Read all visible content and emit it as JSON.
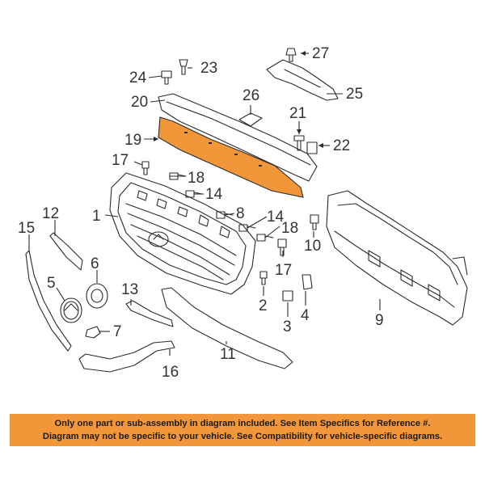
{
  "colors": {
    "highlight": "#f2963a",
    "ink": "#2b2b2b",
    "banner": "#f2963a"
  },
  "callouts": {
    "c1": "1",
    "c2": "2",
    "c3": "3",
    "c4": "4",
    "c5": "5",
    "c6": "6",
    "c7": "7",
    "c8": "8",
    "c9": "9",
    "c10": "10",
    "c11": "11",
    "c12": "12",
    "c13": "13",
    "c14a": "14",
    "c14b": "14",
    "c15": "15",
    "c16": "16",
    "c17a": "17",
    "c17b": "17",
    "c18a": "18",
    "c18b": "18",
    "c19": "19",
    "c20": "20",
    "c21": "21",
    "c22": "22",
    "c23": "23",
    "c24": "24",
    "c25": "25",
    "c26": "26",
    "c27": "27"
  },
  "disclaimer": {
    "line1": "Only one part or sub-assembly in diagram included. See Item Specifics for Reference #.",
    "line2": "Diagram may not be specific to your vehicle. See Compatibility for vehicle-specific diagrams."
  }
}
